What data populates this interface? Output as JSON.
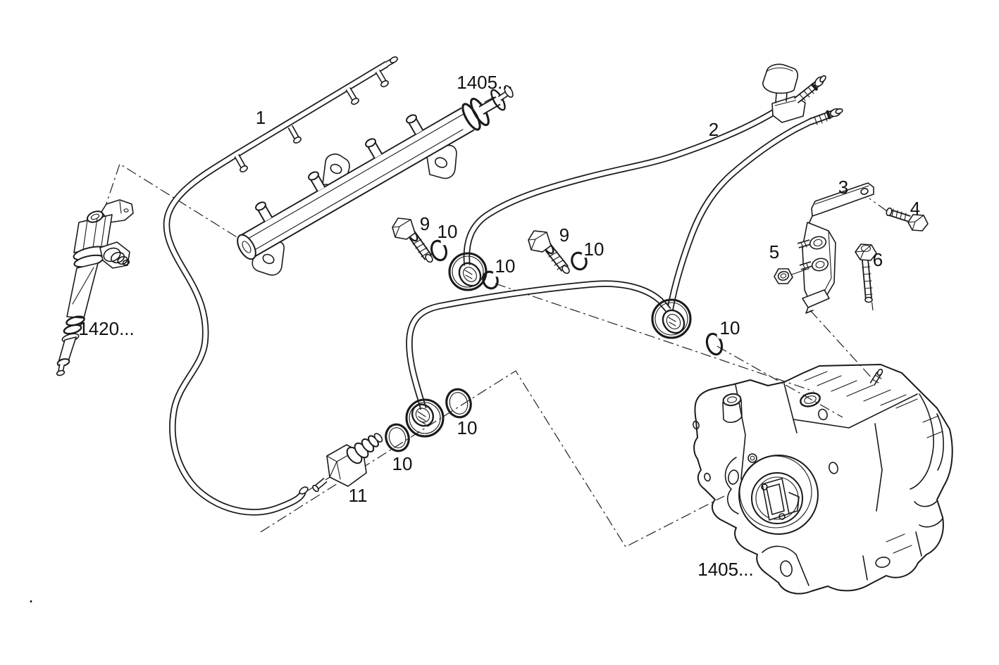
{
  "figure": {
    "type": "exploded-parts-diagram",
    "background_color": "#ffffff",
    "line_color": "#1a1a1a"
  },
  "callouts": [
    {
      "id": "part-1-supply-pipe",
      "text": "1"
    },
    {
      "id": "ref-fuel-rail",
      "text": "1405..."
    },
    {
      "id": "part-2-return-pipe",
      "text": "2"
    },
    {
      "id": "part-3-bracket",
      "text": "3"
    },
    {
      "id": "part-4-bolt",
      "text": "4"
    },
    {
      "id": "part-5-nut",
      "text": "5"
    },
    {
      "id": "part-6-bolt",
      "text": "6"
    },
    {
      "id": "part-9-banjo-bolt-a",
      "text": "9"
    },
    {
      "id": "part-10-washer-a",
      "text": "10"
    },
    {
      "id": "part-10-washer-b",
      "text": "10"
    },
    {
      "id": "part-9-banjo-bolt-b",
      "text": "9"
    },
    {
      "id": "part-10-washer-c",
      "text": "10"
    },
    {
      "id": "part-10-washer-d",
      "text": "10"
    },
    {
      "id": "part-10-washer-e",
      "text": "10"
    },
    {
      "id": "part-10-washer-f",
      "text": "10"
    },
    {
      "id": "part-11-fitting",
      "text": "11"
    },
    {
      "id": "ref-injector",
      "text": "1420..."
    },
    {
      "id": "ref-injection-pump",
      "text": "1405..."
    },
    {
      "id": "page-dot",
      "text": "."
    }
  ]
}
